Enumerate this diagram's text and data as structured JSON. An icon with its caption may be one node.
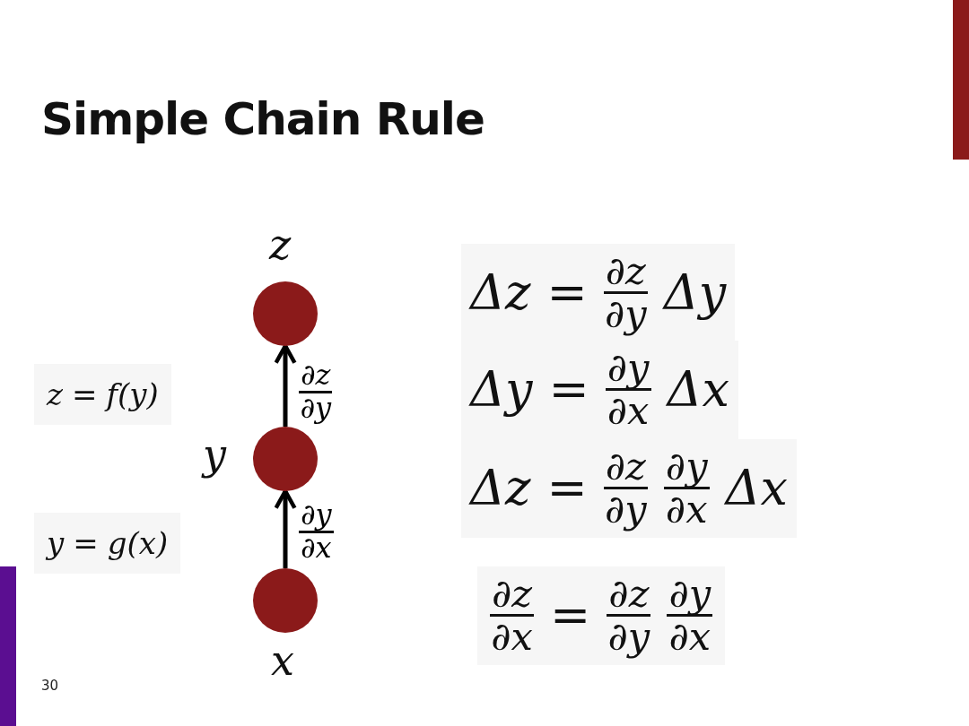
{
  "diagram": {
    "title": "Simple Chain Rule",
    "nodes": [
      {
        "text": [
          "z"
        ]
      },
      {
        "text": [
          "y"
        ]
      },
      {
        "text": [
          "x"
        ]
      }
    ],
    "edges": [
      {
        "from": 2,
        "to": 1,
        "arrow": "to",
        "label": "∂y ∂x"
      },
      {
        "from": 1,
        "to": 0,
        "arrow": "to",
        "label": "∂z ∂y"
      }
    ],
    "labels": [
      "z = f(y)",
      "y = g(x)",
      "Δz = ∂z ∂y Δy",
      "Δy = ∂y ∂x Δx",
      "Δz = ∂z ∂y ∂y ∂x Δx",
      "∂z ∂x = ∂z ∂y ∂y ∂x",
      "30"
    ]
  }
}
